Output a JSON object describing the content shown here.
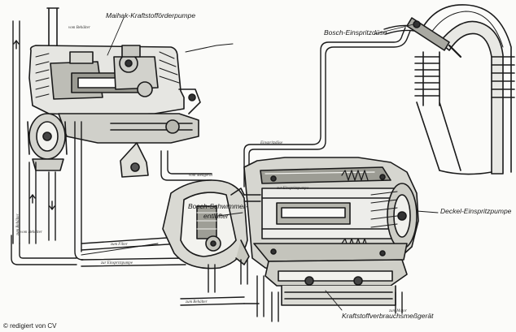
{
  "labels": {
    "maihak_pump": "Maihak-Kraftstofförderpumpe",
    "bosch_nozzle": "Bosch-Einspritzdüse",
    "deckel_pump": "Deckel-Einspritzpumpe",
    "bosch_float_line1": "Bosch-Schwimmer-",
    "bosch_float_line2": "entlüfter",
    "meter": "Kraftstoffverbrauchsmeßgerät",
    "copyright": "© redigiert von CV"
  },
  "small_labels": {
    "vom_behaelter_top": "vom Behälter",
    "zum_behaelter_left": "zum Behälter",
    "vom_behaelter_mid": "vom Behälter",
    "zur_einspritzpumpe_left": "zur Einspritzpumpe",
    "zum_filter": "zum Filter",
    "einspritzduese": "Einspritzdüse",
    "zum_behaelter_bottom": "zum Behälter",
    "vom_messgeraet": "vom Meßgerät",
    "zur_einspritzpumpe_center": "zur Einspritzpumpe",
    "zum_motor": "zum Motor"
  }
}
